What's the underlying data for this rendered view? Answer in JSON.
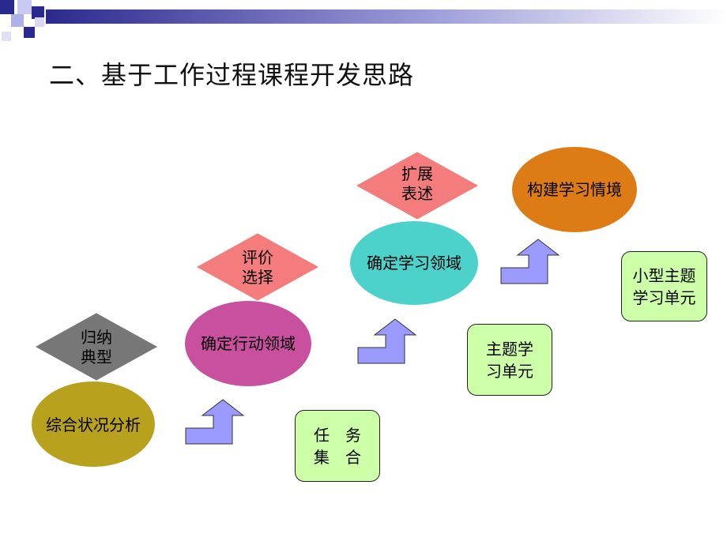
{
  "slide": {
    "title": "二、基于工作过程课程开发思路"
  },
  "diagram": {
    "stages": [
      {
        "ellipse_label": "综合状况分析",
        "diamond_label": "归纳\n典型",
        "color": "#b8a11c"
      },
      {
        "ellipse_label": "确定行动领域",
        "diamond_label": "评价\n选择",
        "color": "#c8509f"
      },
      {
        "ellipse_label": "确定学习领域",
        "diamond_label": "扩展\n表述",
        "color": "#4dd2cb"
      },
      {
        "ellipse_label": "构建学习情境",
        "color": "#dd7c14"
      }
    ],
    "diamond_color": "#f47c7c",
    "boxes": [
      {
        "label": "任　务\n集　合"
      },
      {
        "label": "主题学\n习单元"
      },
      {
        "label": "小型主题\n学习单元"
      }
    ],
    "arrow_color": "#9b9bff",
    "box_color": "#ccffa8"
  }
}
